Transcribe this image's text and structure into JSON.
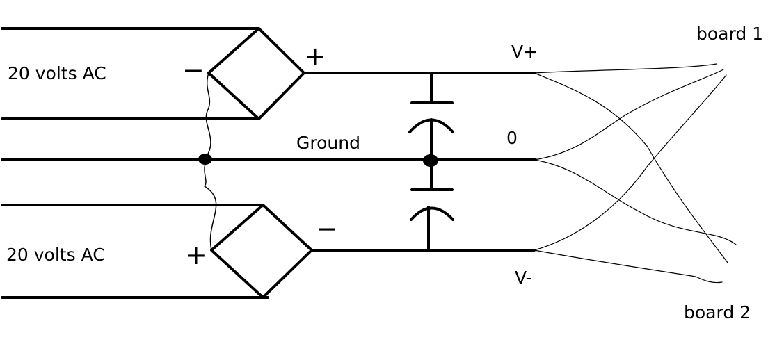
{
  "diagram": {
    "source_top": {
      "label": "20 volts AC"
    },
    "source_bottom": {
      "label": "20 volts AC"
    },
    "ground_label": "Ground",
    "rail_positive": "V+",
    "rail_zero": "0",
    "rail_negative": "V-",
    "bridge_top": {
      "plus": "+",
      "minus": "−"
    },
    "bridge_bottom": {
      "plus": "+",
      "minus": "−"
    },
    "board_top": "board 1",
    "board_bottom": "board 2"
  }
}
